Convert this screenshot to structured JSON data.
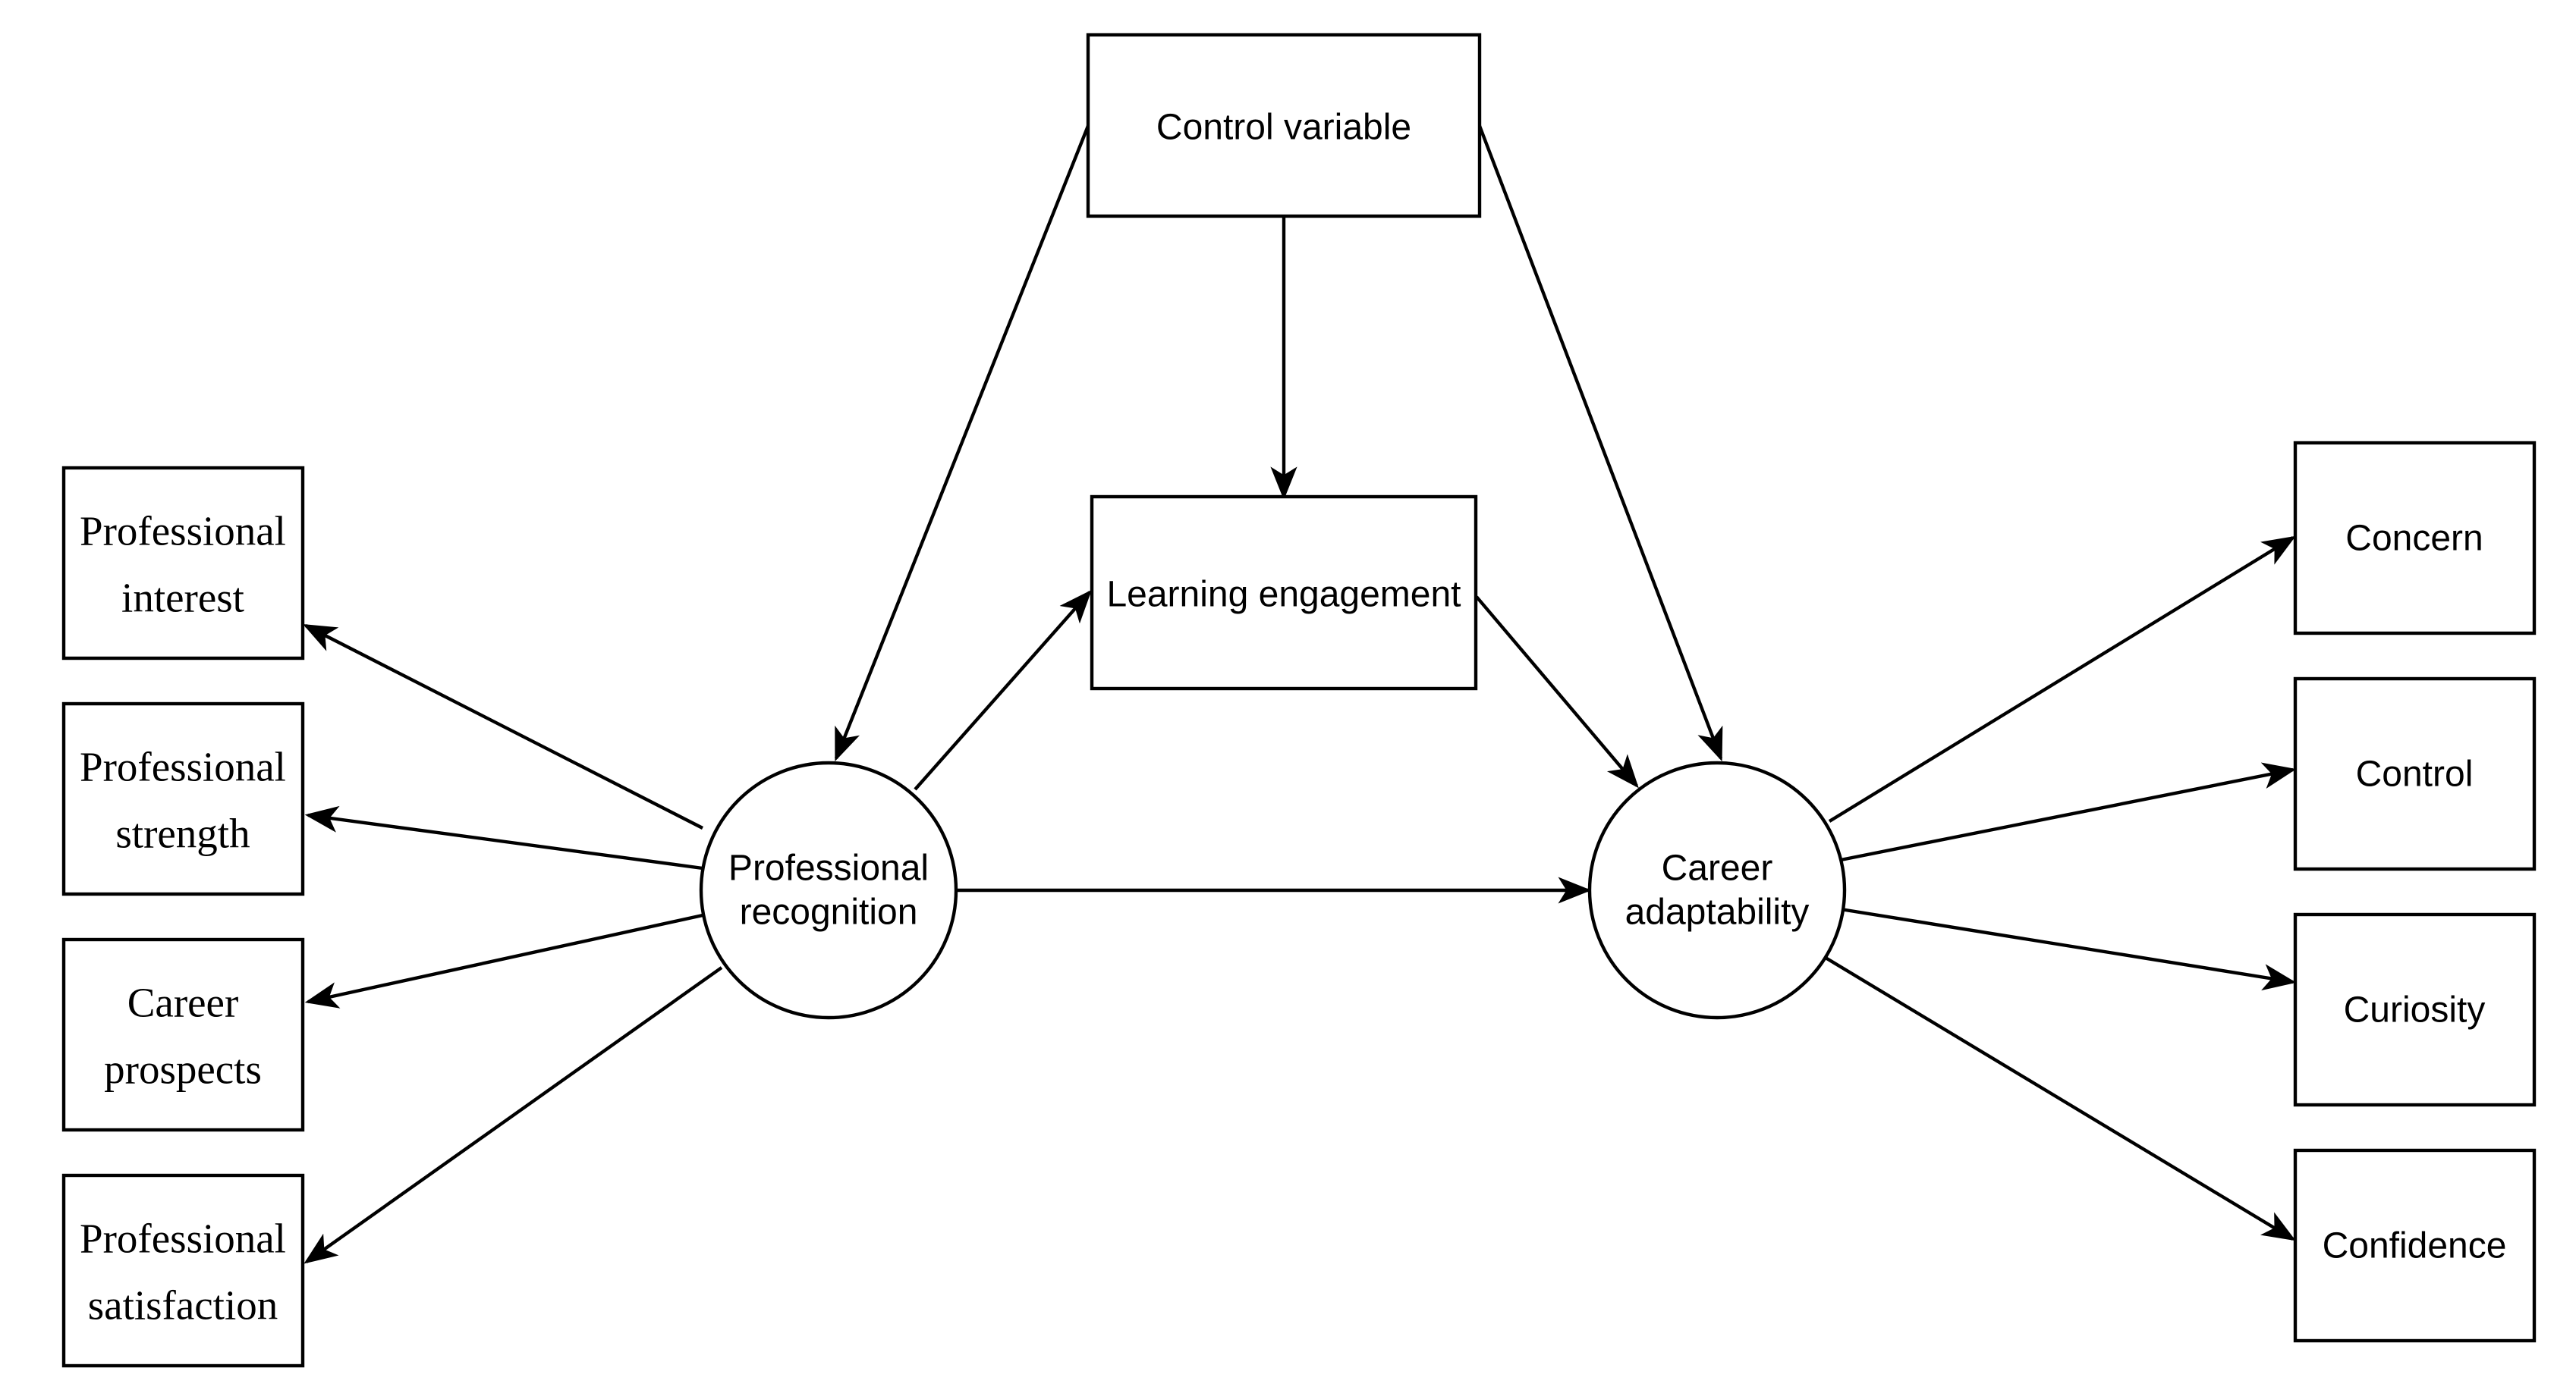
{
  "nodes": {
    "control_variable": "Control variable",
    "learning_engagement": "Learning engagement",
    "professional_recognition": [
      "Professional",
      "recognition"
    ],
    "career_adaptability": [
      "Career",
      "adaptability"
    ],
    "professional_interest": [
      "Professional",
      "interest"
    ],
    "professional_strength": [
      "Professional",
      "strength"
    ],
    "career_prospects": [
      "Career",
      "prospects"
    ],
    "professional_satisfaction": [
      "Professional",
      "satisfaction"
    ],
    "concern": "Concern",
    "control": "Control",
    "curiosity": "Curiosity",
    "confidence": "Confidence"
  },
  "edges": [
    {
      "from": "control_variable",
      "to": "professional_recognition"
    },
    {
      "from": "control_variable",
      "to": "learning_engagement"
    },
    {
      "from": "control_variable",
      "to": "career_adaptability"
    },
    {
      "from": "professional_recognition",
      "to": "learning_engagement"
    },
    {
      "from": "learning_engagement",
      "to": "career_adaptability"
    },
    {
      "from": "professional_recognition",
      "to": "career_adaptability"
    },
    {
      "from": "professional_recognition",
      "to": "professional_interest"
    },
    {
      "from": "professional_recognition",
      "to": "professional_strength"
    },
    {
      "from": "professional_recognition",
      "to": "career_prospects"
    },
    {
      "from": "professional_recognition",
      "to": "professional_satisfaction"
    },
    {
      "from": "career_adaptability",
      "to": "concern"
    },
    {
      "from": "career_adaptability",
      "to": "control"
    },
    {
      "from": "career_adaptability",
      "to": "curiosity"
    },
    {
      "from": "career_adaptability",
      "to": "confidence"
    }
  ],
  "colors": {
    "stroke": "#000000",
    "background": "#ffffff"
  }
}
